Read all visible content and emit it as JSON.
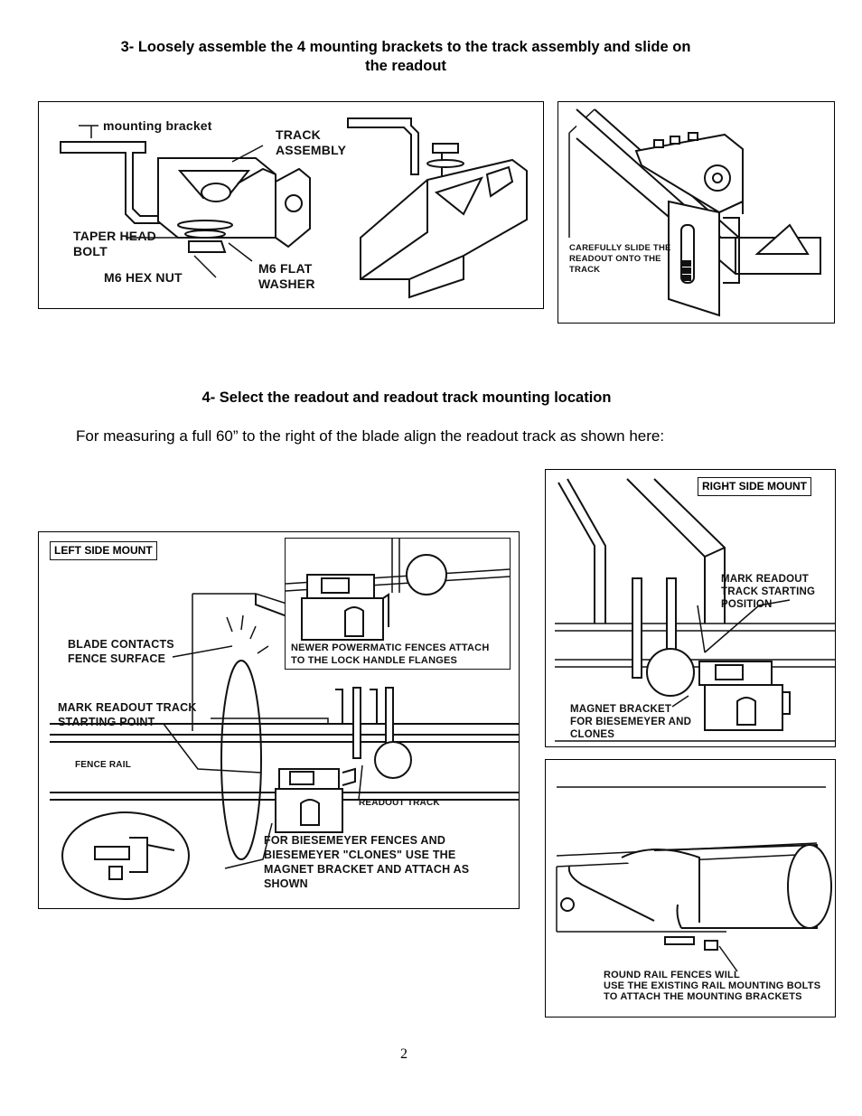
{
  "step3": {
    "heading_line1": "3- Loosely assemble the 4 mounting brackets to the track assembly and slide on",
    "heading_line2": "the readout"
  },
  "figure1": {
    "labels": {
      "mounting_bracket": "mounting bracket",
      "track_assembly": "TRACK\nASSEMBLY",
      "taper_head_bolt": "TAPER HEAD\nBOLT",
      "m6_hex_nut": "M6 HEX NUT",
      "m6_flat_washer": "M6 FLAT\nWASHER"
    }
  },
  "figure2": {
    "caption": "CAREFULLY SLIDE THE\nREADOUT ONTO THE\nTRACK"
  },
  "step4": {
    "heading": "4- Select the readout and readout track mounting location",
    "paragraph": "For measuring a full 60” to the right of the blade align the readout track as shown here:"
  },
  "figure3": {
    "title": "LEFT SIDE MOUNT",
    "labels": {
      "blade_contacts": "BLADE CONTACTS\nFENCE SURFACE",
      "mark_starting_point": "MARK READOUT TRACK\nSTARTING POINT",
      "fence_rail": "FENCE RAIL",
      "readout_track": "READOUT TRACK",
      "biesemeyer": "FOR BIESEMEYER FENCES AND\nBIESEMEYER \"CLONES\" USE THE\nMAGNET BRACKET AND ATTACH AS\nSHOWN",
      "powermatic": "NEWER POWERMATIC FENCES ATTACH\nTO THE LOCK HANDLE FLANGES"
    }
  },
  "figure4": {
    "title": "RIGHT SIDE MOUNT",
    "labels": {
      "mark_start_position": "MARK READOUT\nTRACK STARTING\nPOSITION",
      "magnet_bracket": "MAGNET BRACKET\nFOR BIESEMEYER AND\nCLONES"
    }
  },
  "figure5": {
    "caption": "ROUND RAIL FENCES WILL\nUSE THE EXISTING RAIL MOUNTING BOLTS\nTO ATTACH THE MOUNTING BRACKETS"
  },
  "footer": {
    "page_number": "2"
  }
}
